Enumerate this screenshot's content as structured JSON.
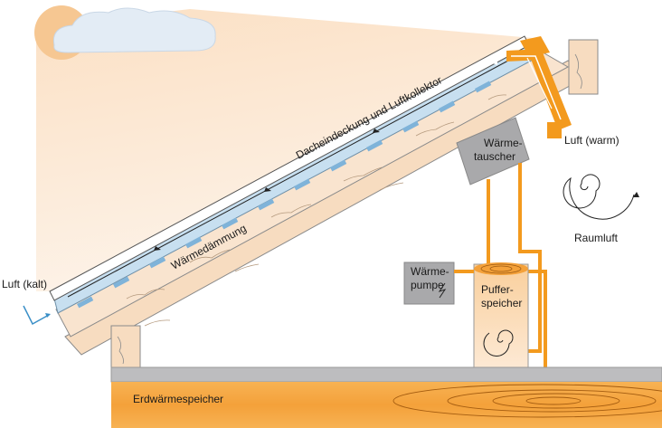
{
  "labels": {
    "roof": "Dacheindeckung und Luftkollektor",
    "insulation": "Wärmedämmung",
    "air_cold": "Luft (kalt)",
    "air_warm": "Luft (warm)",
    "exchanger_line1": "Wärme-",
    "exchanger_line2": "tauscher",
    "heatpump_line1": "Wärme-",
    "heatpump_line2": "pumpe",
    "buffer_line1": "Puffer-",
    "buffer_line2": "speicher",
    "room_air": "Raumluft",
    "ground_storage": "Erdwärmespeicher"
  },
  "colors": {
    "orange": "#f39a1e",
    "sky_peach": "#fbe3c8",
    "wood": "#f7dcc0",
    "collector_blue": "#c7dff0",
    "strip_blue": "#7fb3d9",
    "grey_box": "#a9a9ab",
    "ground_grey": "#bdbdbf",
    "ground_orange": "#f4a13a"
  },
  "icons": [
    "sun-icon",
    "cloud-icon",
    "spiral-icon",
    "arrow-icon",
    "lightning-icon"
  ]
}
